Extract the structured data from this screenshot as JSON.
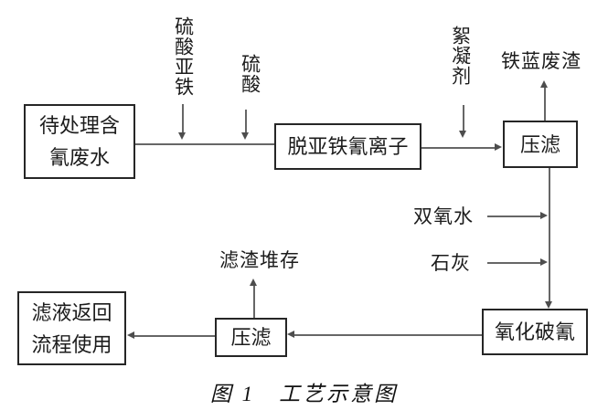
{
  "diagram": {
    "boxes": {
      "wastewater": "待处理含\n氰废水",
      "deferro": "脱亚铁氰离子",
      "filter_top": "压滤",
      "oxidation": "氧化破氰",
      "filter_bottom": "压滤",
      "return_flow": "滤液返回\n流程使用"
    },
    "labels": {
      "ferrous_sulfate": "硫酸亚铁",
      "sulfuric_acid": "硫酸",
      "flocculant": "絮凝剂",
      "iron_blue_residue": "铁蓝废渣",
      "hydrogen_peroxide": "双氧水",
      "lime": "石灰",
      "residue_storage": "滤渣堆存"
    },
    "caption": "图 1　工艺示意图",
    "colors": {
      "background": "#ffffff",
      "line": "#666666",
      "arrowhead": "#4d4d4d",
      "box_border": "#262626",
      "text": "#1c1c1c"
    }
  }
}
